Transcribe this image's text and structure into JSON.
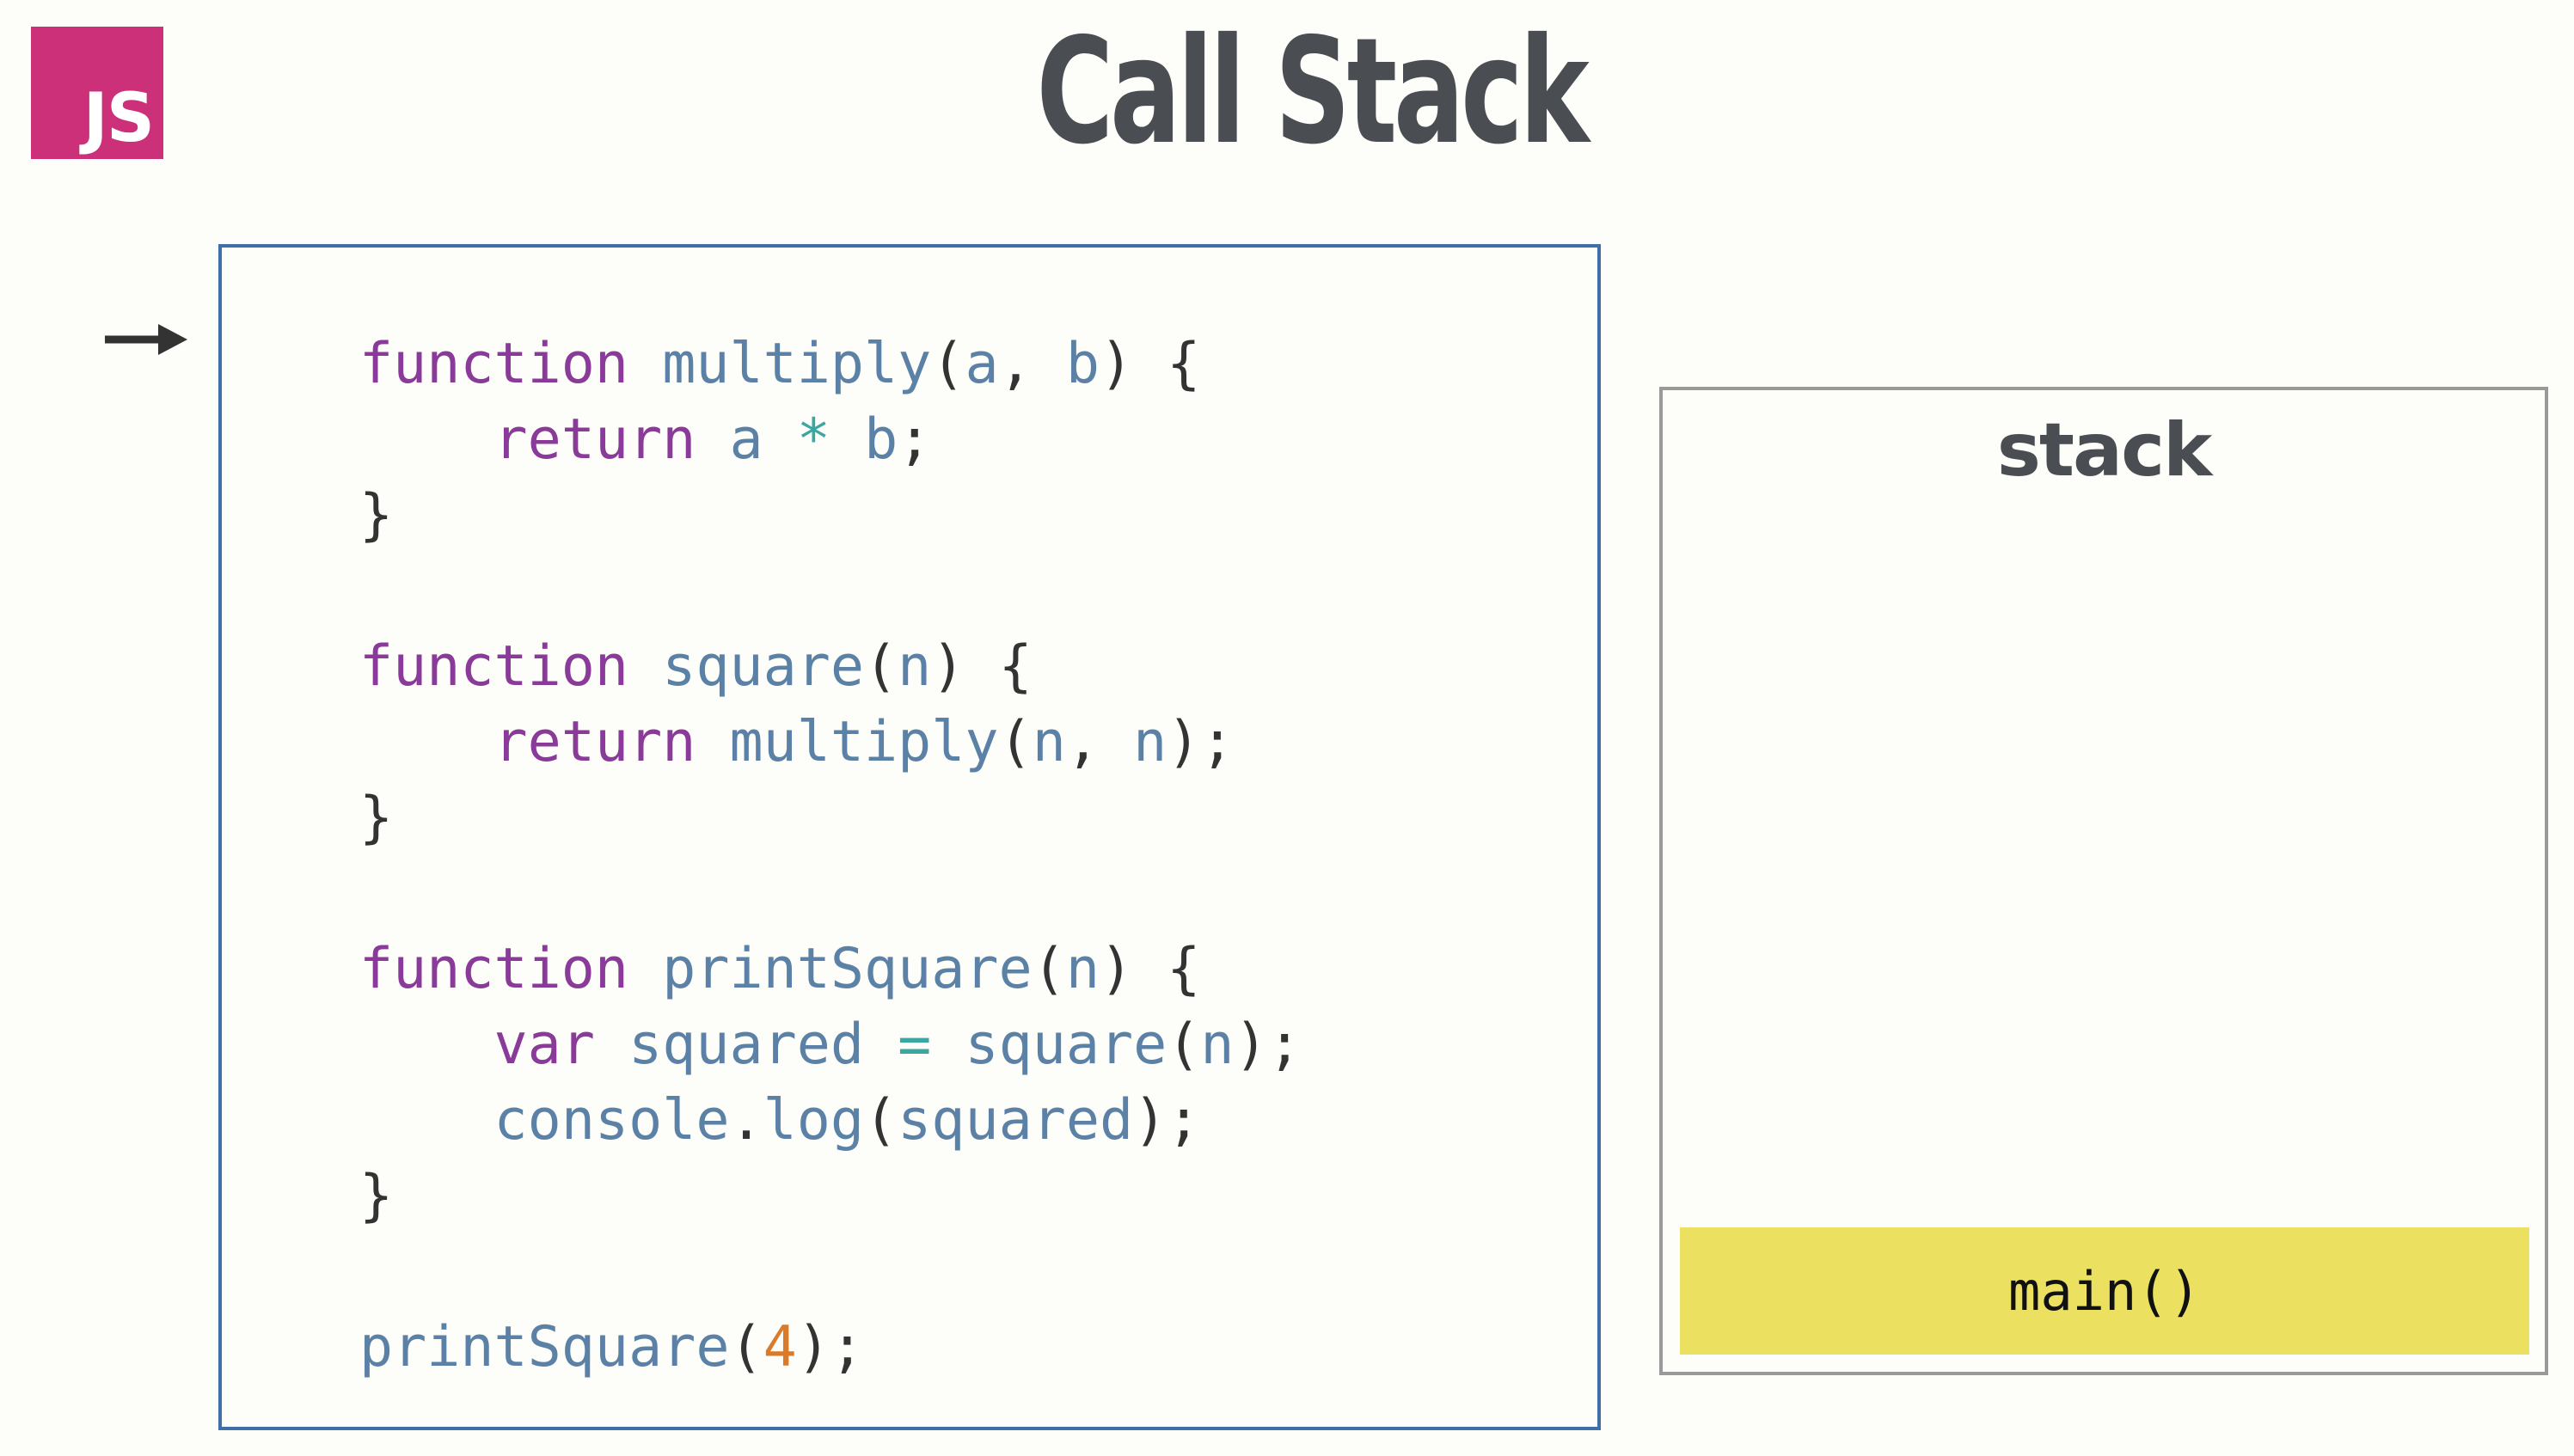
{
  "logo": {
    "text": "JS",
    "color": "#cc3079"
  },
  "title": "Call Stack",
  "code_panel": {
    "border_color": "#3f6fa6",
    "current_line_indicator": "arrow-right-icon",
    "lines": {
      "l1": {
        "kw": "function",
        "name": "multiply",
        "p1": "a",
        "p2": "b"
      },
      "l2": {
        "kw": "return",
        "a": "a",
        "op": "*",
        "b": "b"
      },
      "l3": {
        "brace": "}"
      },
      "l5": {
        "kw": "function",
        "name": "square",
        "p1": "n"
      },
      "l6": {
        "kw": "return",
        "call": "multiply",
        "a1": "n",
        "a2": "n"
      },
      "l7": {
        "brace": "}"
      },
      "l9": {
        "kw": "function",
        "name": "printSquare",
        "p1": "n"
      },
      "l10": {
        "kw": "var",
        "v": "squared",
        "op": "=",
        "call": "square",
        "a1": "n"
      },
      "l11": {
        "obj": "console",
        "method": "log",
        "a1": "squared"
      },
      "l12": {
        "brace": "}"
      },
      "l14": {
        "call": "printSquare",
        "num": "4"
      }
    }
  },
  "stack_panel": {
    "label": "stack",
    "frames": [
      {
        "label": "main()",
        "color": "#ebe05f"
      }
    ]
  }
}
